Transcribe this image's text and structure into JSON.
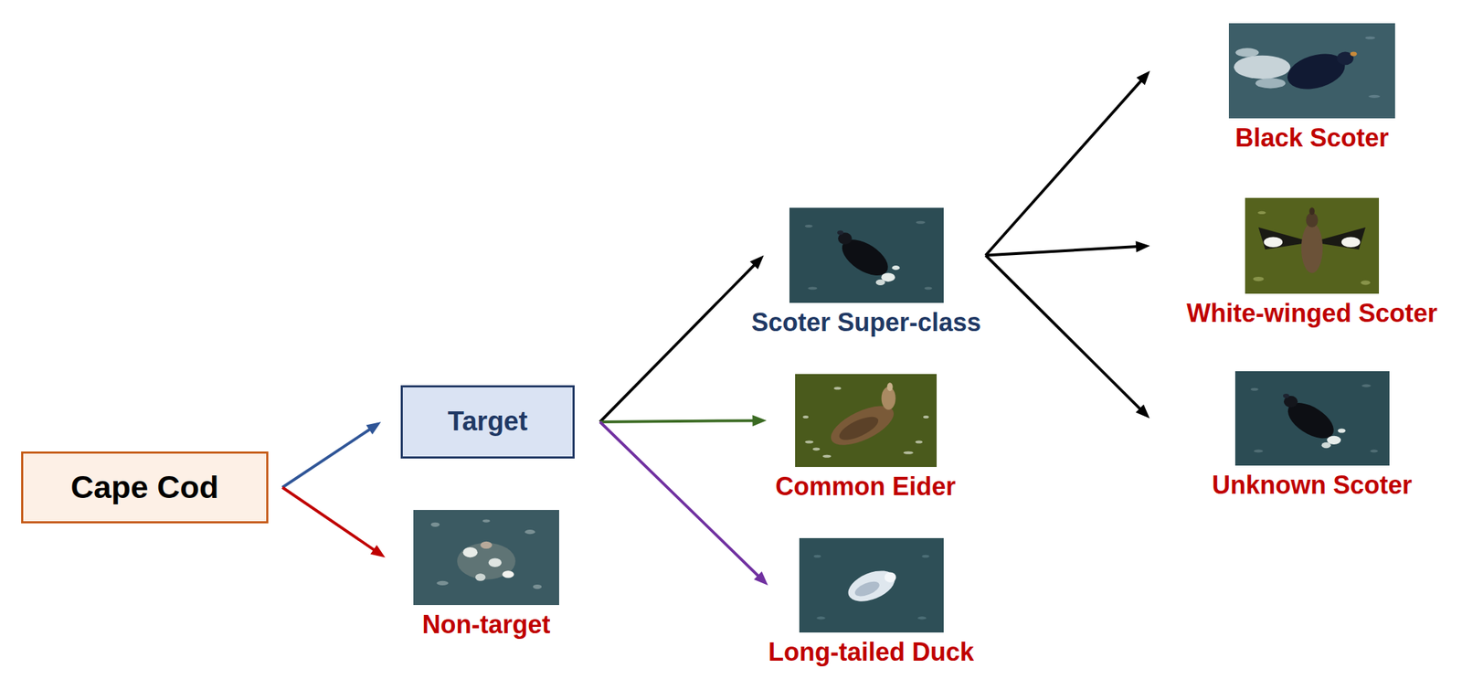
{
  "diagram": {
    "nodes": [
      {
        "text": [
          "Cape Cod"
        ]
      },
      {
        "text": [
          "Target"
        ]
      },
      {
        "text": [
          "Non-target"
        ]
      },
      {
        "text": [
          "Scoter Super-class"
        ]
      },
      {
        "text": [
          "Common Eider"
        ]
      },
      {
        "text": [
          "Long-tailed Duck"
        ]
      },
      {
        "text": [
          "Black Scoter"
        ]
      },
      {
        "text": [
          "White-winged Scoter"
        ]
      },
      {
        "text": [
          "Unknown Scoter"
        ]
      }
    ],
    "edges": [
      {
        "from": 0,
        "to": 1,
        "arrow": "to"
      },
      {
        "from": 0,
        "to": 2,
        "arrow": "to"
      },
      {
        "from": 1,
        "to": 3,
        "arrow": "to"
      },
      {
        "from": 1,
        "to": 4,
        "arrow": "to"
      },
      {
        "from": 1,
        "to": 5,
        "arrow": "to"
      },
      {
        "from": 3,
        "to": 6,
        "arrow": "to"
      },
      {
        "from": 3,
        "to": 7,
        "arrow": "to"
      },
      {
        "from": 3,
        "to": 8,
        "arrow": "to"
      }
    ]
  }
}
